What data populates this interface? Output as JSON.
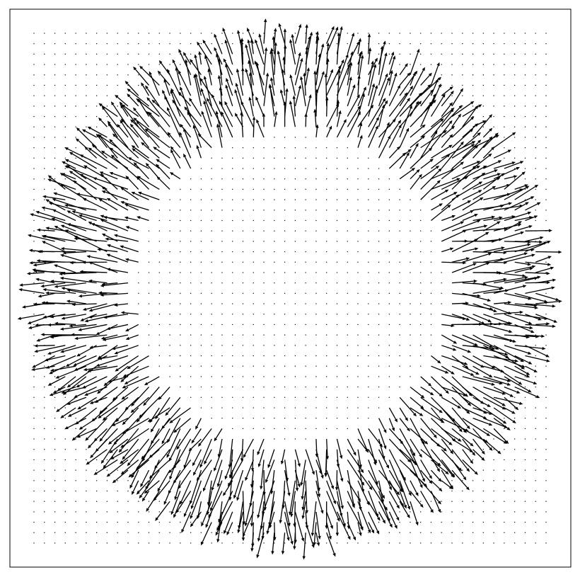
{
  "chart_data": {
    "type": "quiver",
    "title": "",
    "xlabel": "",
    "ylabel": "",
    "axes_visible": false,
    "frame": true,
    "grid": false,
    "legend": "none",
    "xlim": [
      -1.0,
      1.0
    ],
    "ylim": [
      -1.0,
      1.0
    ],
    "grid_points_per_axis": 50,
    "field": {
      "direction": "radial-outward",
      "nonzero_region": "annulus",
      "inner_radius": 0.6,
      "outer_radius": 0.97,
      "max_magnitude": 0.15,
      "angular_noise": "random"
    },
    "colors": {
      "arrow": "#000000",
      "frame": "#000000",
      "background": "#ffffff"
    }
  }
}
